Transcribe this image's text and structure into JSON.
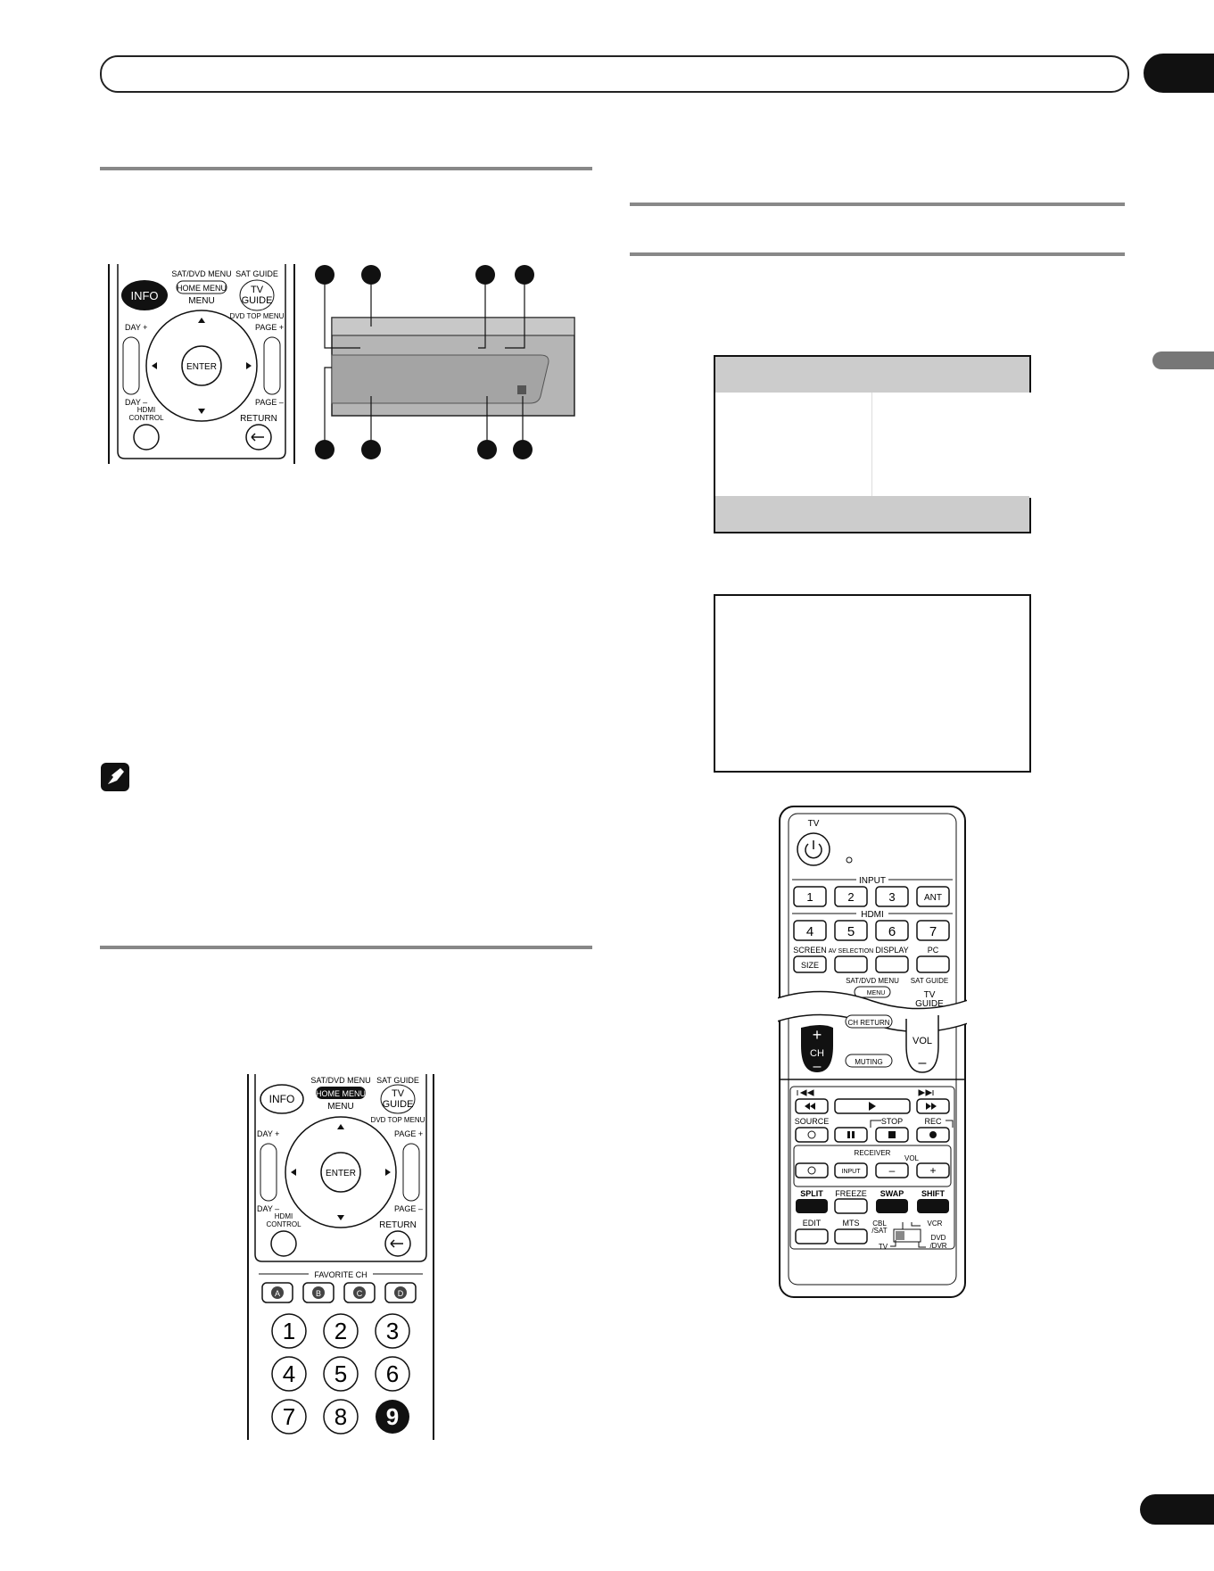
{
  "remote_top": {
    "info": "INFO",
    "sat_dvd_menu": "SAT/DVD MENU",
    "home_menu": "HOME MENU",
    "menu": "MENU",
    "sat_guide": "SAT GUIDE",
    "tv": "TV",
    "guide": "GUIDE",
    "dvd_top_menu": "DVD TOP MENU",
    "day_plus": "DAY +",
    "day_minus": "DAY –",
    "page_plus": "PAGE +",
    "page_minus": "PAGE –",
    "enter": "ENTER",
    "hdmi": "HDMI",
    "control": "CONTROL",
    "return": "RETURN"
  },
  "remote_bottom": {
    "info": "INFO",
    "sat_dvd_menu": "SAT/DVD MENU",
    "home_menu": "HOME MENU",
    "menu": "MENU",
    "sat_guide": "SAT GUIDE",
    "tv": "TV",
    "guide": "GUIDE",
    "dvd_top_menu": "DVD TOP MENU",
    "day_plus": "DAY +",
    "day_minus": "DAY –",
    "page_plus": "PAGE +",
    "page_minus": "PAGE –",
    "enter": "ENTER",
    "hdmi": "HDMI",
    "control": "CONTROL",
    "return": "RETURN",
    "favorite_ch": "FAVORITE CH",
    "fav_a": "A",
    "fav_b": "B",
    "fav_c": "C",
    "fav_d": "D",
    "num_1": "1",
    "num_2": "2",
    "num_3": "3",
    "num_4": "4",
    "num_5": "5",
    "num_6": "6",
    "num_7": "7",
    "num_8": "8",
    "num_9": "9"
  },
  "remote_right": {
    "tv": "TV",
    "input": "INPUT",
    "in_1": "1",
    "in_2": "2",
    "in_3": "3",
    "ant": "ANT",
    "hdmi": "HDMI",
    "in_4": "4",
    "in_5": "5",
    "in_6": "6",
    "in_7": "7",
    "screen": "SCREEN",
    "size": "SIZE",
    "av_selection": "AV SELECTION",
    "display": "DISPLAY",
    "pc": "PC",
    "sat_dvd_menu": "SAT/DVD MENU",
    "menu_frag": "MENU",
    "sat_guide": "SAT GUIDE",
    "tv2": "TV",
    "guide": "GUIDE",
    "ch_plus": "+",
    "ch": "CH",
    "ch_minus": "–",
    "ch_return": "CH RETURN",
    "muting": "MUTING",
    "vol": "VOL",
    "vol_minus": "–",
    "source": "SOURCE",
    "stop": "STOP",
    "rec": "REC",
    "receiver": "RECEIVER",
    "rvol": "VOL",
    "rinput": "INPUT",
    "rminus": "–",
    "rplus": "+",
    "split": "SPLIT",
    "freeze": "FREEZE",
    "swap": "SWAP",
    "shift": "SHIFT",
    "edit": "EDIT",
    "mts": "MTS",
    "cbl": "CBL",
    "sat": "/SAT",
    "vcr": "VCR",
    "dvd": "DVD",
    "dvr": "/DVR",
    "tvsw": "TV"
  }
}
